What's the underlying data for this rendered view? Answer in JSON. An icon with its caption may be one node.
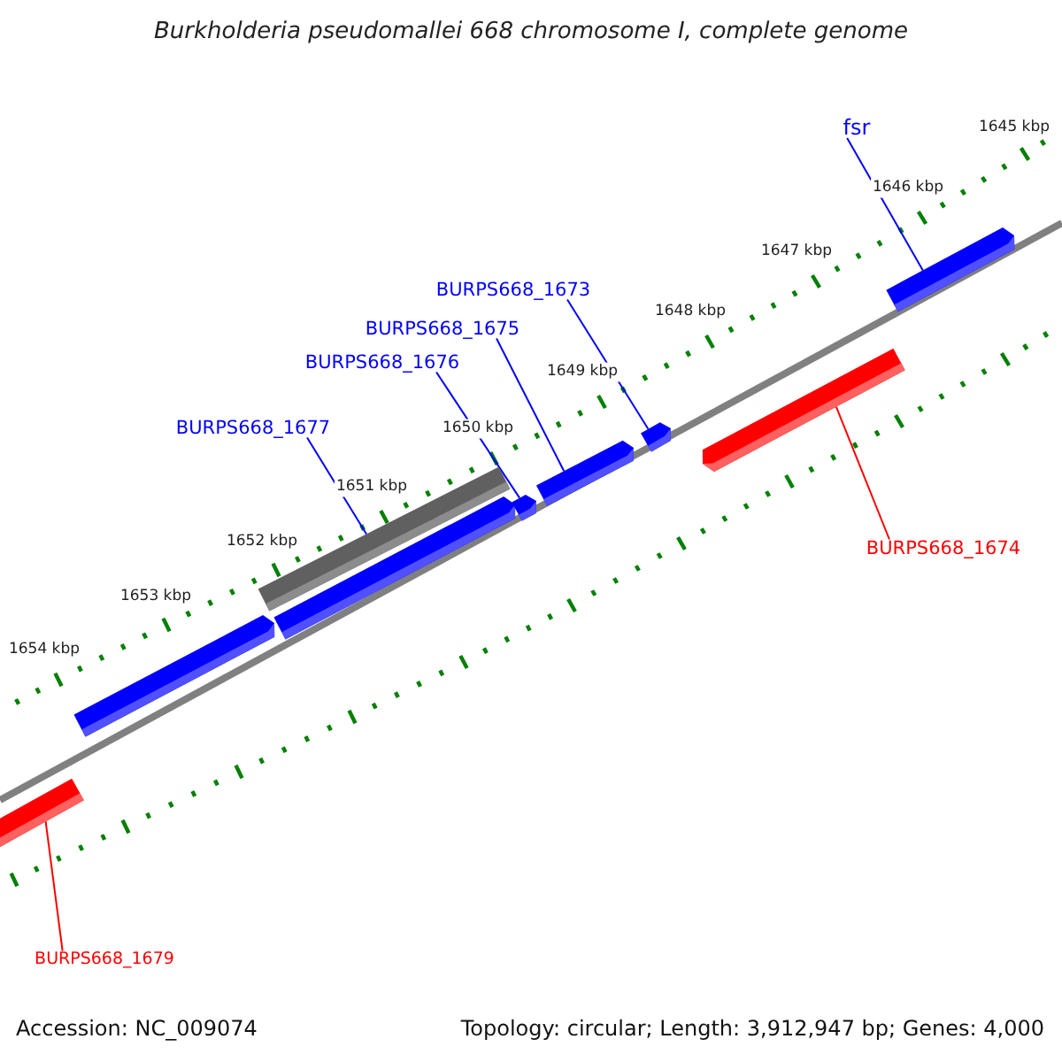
{
  "diagram": {
    "title": "Burkholderia pseudomallei 668 chromosome I, complete genome",
    "nodes": [
      {
        "text": [
          "fsr"
        ]
      },
      {
        "text": [
          "BURPS668_1673"
        ]
      },
      {
        "text": [
          "BURPS668_1675"
        ]
      },
      {
        "text": [
          "BURPS668_1676"
        ]
      },
      {
        "text": [
          "BURPS668_1677"
        ]
      },
      {
        "text": [
          "BURPS668_1674"
        ]
      },
      {
        "text": [
          "BURPS668_1679"
        ]
      },
      {
        "text": [],
        "shape": "bar"
      },
      {
        "text": [],
        "shape": "bar"
      },
      {
        "text": [],
        "shape": "bar"
      },
      {
        "text": [],
        "shape": "bar"
      },
      {
        "text": [],
        "shape": "bar"
      },
      {
        "text": [],
        "shape": "bar"
      },
      {
        "text": [],
        "shape": "bar"
      },
      {
        "text": [],
        "shape": "bar"
      },
      {
        "text": [],
        "shape": "bar"
      }
    ],
    "edges": [
      {
        "from": 0,
        "to": 14,
        "arrow": "none"
      },
      {
        "from": 1,
        "to": 13,
        "arrow": "none"
      },
      {
        "from": 2,
        "to": 12,
        "arrow": "none"
      },
      {
        "from": 3,
        "to": 11,
        "arrow": "none"
      },
      {
        "from": 4,
        "to": 9,
        "arrow": "none"
      },
      {
        "from": 5,
        "to": 15,
        "arrow": "none",
        "color": "#ff0000"
      },
      {
        "from": 6,
        "to": 7,
        "arrow": "none",
        "color": "#ff0000"
      }
    ],
    "labels": [
      "1645 kbp",
      "1646 kbp",
      "1647 kbp",
      "1648 kbp",
      "1649 kbp",
      "1650 kbp",
      "1651 kbp",
      "1652 kbp",
      "1653 kbp",
      "1654 kbp",
      "Accession: NC_009074",
      "Topology: circular; Length: 3,912,947 bp; Genes: 4,000"
    ]
  }
}
